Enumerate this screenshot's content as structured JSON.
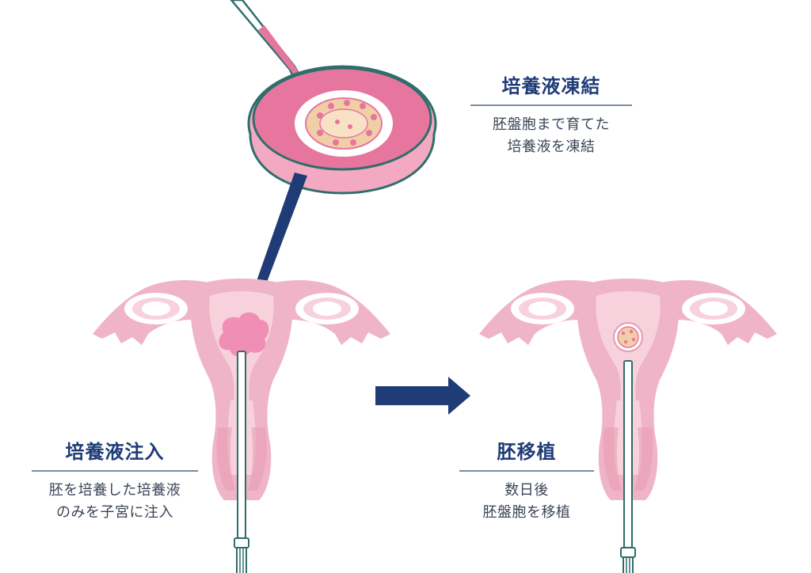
{
  "steps": {
    "freeze": {
      "title": "培養液凍結",
      "desc_line1": "胚盤胞まで育てた",
      "desc_line2": "培養液を凍結"
    },
    "inject": {
      "title": "培養液注入",
      "desc_line1": "胚を培養した培養液",
      "desc_line2": "のみを子宮に注入"
    },
    "transfer": {
      "title": "胚移植",
      "desc_line1": "数日後",
      "desc_line2": "胚盤胞を移植"
    }
  },
  "colors": {
    "title_navy": "#1f3c77",
    "arrow_navy": "#1f3c77",
    "uterus_pink": "#efb4c8",
    "uterus_light": "#f7d2dc",
    "dish_pink": "#e7769f",
    "teal_outline": "#2f6e6a"
  },
  "icons": {
    "dish": "petri-dish-icon",
    "pipette": "pipette-icon",
    "embryo": "blastocyst-icon",
    "arrow": "arrow-icon"
  }
}
